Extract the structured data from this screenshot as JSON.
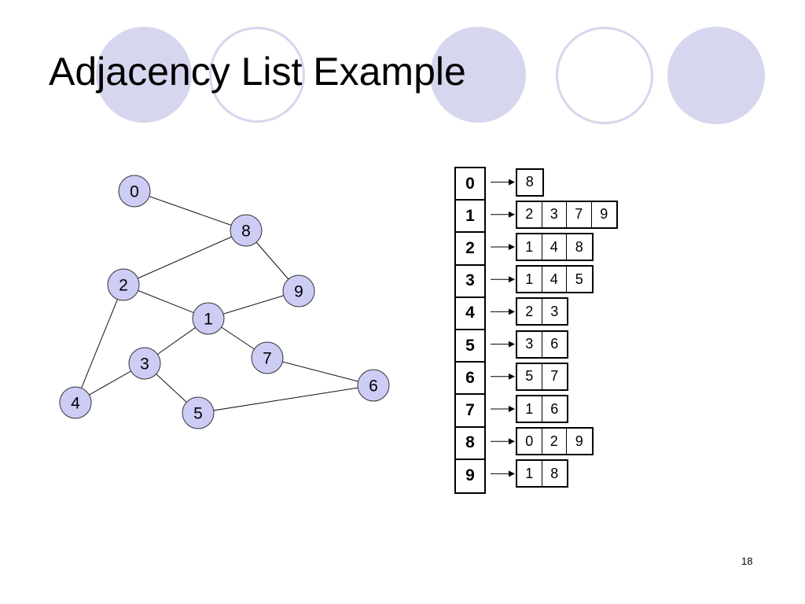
{
  "slide": {
    "title": "Adjacency List Example",
    "page_number": "18"
  },
  "colors": {
    "node_fill": "#ccccf5",
    "decoration": "#d6d6ee"
  },
  "graph": {
    "nodes": [
      {
        "id": "0"
      },
      {
        "id": "8"
      },
      {
        "id": "2"
      },
      {
        "id": "9"
      },
      {
        "id": "1"
      },
      {
        "id": "7"
      },
      {
        "id": "3"
      },
      {
        "id": "6"
      },
      {
        "id": "4"
      },
      {
        "id": "5"
      }
    ],
    "edges": [
      [
        "0",
        "8"
      ],
      [
        "8",
        "2"
      ],
      [
        "8",
        "9"
      ],
      [
        "2",
        "1"
      ],
      [
        "2",
        "4"
      ],
      [
        "9",
        "1"
      ],
      [
        "1",
        "7"
      ],
      [
        "1",
        "3"
      ],
      [
        "3",
        "4"
      ],
      [
        "3",
        "5"
      ],
      [
        "7",
        "6"
      ],
      [
        "5",
        "6"
      ]
    ]
  },
  "adjacency_list": [
    {
      "vertex": "0",
      "neighbors": [
        "8"
      ]
    },
    {
      "vertex": "1",
      "neighbors": [
        "2",
        "3",
        "7",
        "9"
      ]
    },
    {
      "vertex": "2",
      "neighbors": [
        "1",
        "4",
        "8"
      ]
    },
    {
      "vertex": "3",
      "neighbors": [
        "1",
        "4",
        "5"
      ]
    },
    {
      "vertex": "4",
      "neighbors": [
        "2",
        "3"
      ]
    },
    {
      "vertex": "5",
      "neighbors": [
        "3",
        "6"
      ]
    },
    {
      "vertex": "6",
      "neighbors": [
        "5",
        "7"
      ]
    },
    {
      "vertex": "7",
      "neighbors": [
        "1",
        "6"
      ]
    },
    {
      "vertex": "8",
      "neighbors": [
        "0",
        "2",
        "9"
      ]
    },
    {
      "vertex": "9",
      "neighbors": [
        "1",
        "8"
      ]
    }
  ]
}
